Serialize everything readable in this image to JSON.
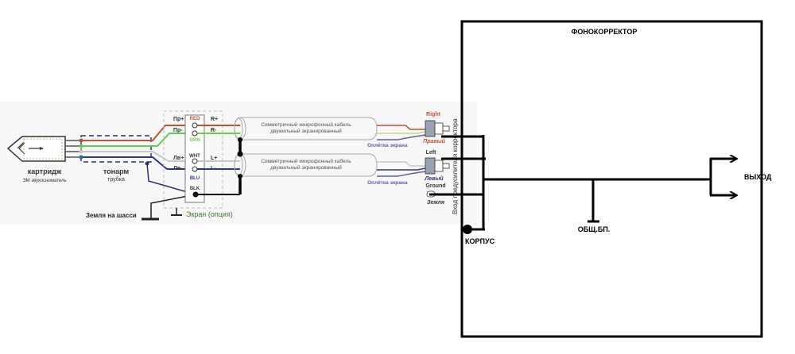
{
  "colors": {
    "red_wire": "#b8533a",
    "green_wire": "#5fd14a",
    "white_wire": "#c8c8c8",
    "blue_wire": "#2a3a7a",
    "black": "#000000",
    "shield_dash": "#2a3570",
    "screen_label": "#3d7a2e",
    "braid_label": "#6a5aa8",
    "right_label": "#b8533a",
    "left_label": "#2a3570",
    "panel_bg": "#f7f7f7"
  },
  "cartridge": {
    "title": "картридж",
    "subtitle": "ЭМ звукосниматель"
  },
  "tonearm": {
    "title": "тонарм",
    "subtitle": "трубка"
  },
  "chassis_ground": "Земля на шасси",
  "screen_option": "Экран (опция)",
  "terminal": {
    "left_labels": [
      "Пр+",
      "Пр-",
      "Лв+",
      "Лв-"
    ],
    "pin_colors": [
      "RED",
      "GRN",
      "WHT",
      "BLU",
      "BLK"
    ],
    "right_labels": [
      "R+",
      "R-",
      "L+",
      "L-"
    ]
  },
  "cables": [
    {
      "line1": "Симметричный микрофонный кабель",
      "line2": "двужильный экранированный",
      "braid": "Оплётка экрана"
    },
    {
      "line1": "Симметричный микрофонный кабель",
      "line2": "двужильный экранированный",
      "braid": "Оплётка экрана"
    }
  ],
  "connectors": {
    "right_en": "Right",
    "right_ru": "Правый",
    "left_en": "Left",
    "left_ru": "Левый",
    "ground_en": "Ground",
    "ground_ru": "Земля"
  },
  "preamp": {
    "title": "ФОНОКОРРЕКТОР",
    "input_label": "Вход предусилителя корректора",
    "body_label": "КОРПУС",
    "common_label": "ОБЩ.БП.",
    "output_label": "ВЫХОД"
  }
}
